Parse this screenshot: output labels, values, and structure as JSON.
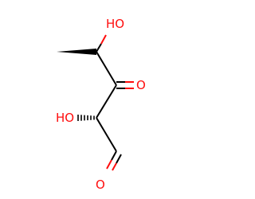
{
  "structure": {
    "atom_labels": {
      "hydroxyl_top": "HO",
      "carbonyl_ketone": "O",
      "hydroxyl_bottom": "HO",
      "carbonyl_aldehyde": "O"
    },
    "colors": {
      "carbon_bond": "#000000",
      "oxygen": "#ff0d0d",
      "background": "#ffffff"
    },
    "stereo_bonds": [
      "wedge-top",
      "hash-bottom"
    ]
  }
}
